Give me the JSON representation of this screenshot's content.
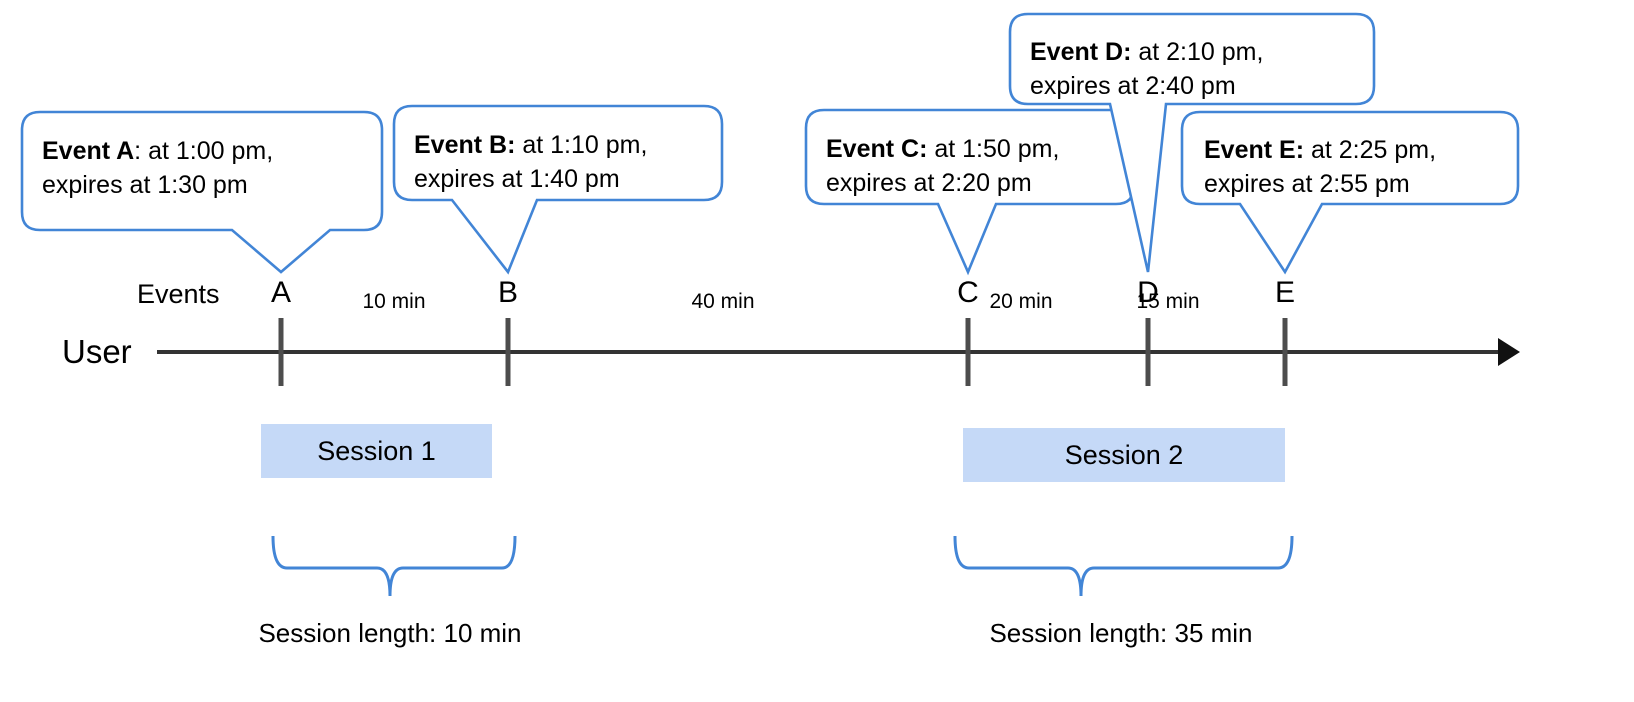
{
  "diagram": {
    "title_row_label": "Events",
    "actor_label": "User",
    "callouts": [
      {
        "id": "A",
        "strong": "Event A",
        "sep": ": ",
        "line1_rest": "at 1:00 pm,",
        "line2": "expires at 1:30 pm",
        "bold_colon": false
      },
      {
        "id": "B",
        "strong": "Event B:",
        "sep": " ",
        "line1_rest": "at 1:10 pm,",
        "line2": "expires at 1:40 pm",
        "bold_colon": true
      },
      {
        "id": "C",
        "strong": "Event C:",
        "sep": " ",
        "line1_rest": "at 1:50 pm,",
        "line2": "expires at 2:20 pm",
        "bold_colon": true
      },
      {
        "id": "D",
        "strong": "Event D:",
        "sep": " ",
        "line1_rest": "at 2:10 pm,",
        "line2": "expires at 2:40 pm",
        "bold_colon": true
      },
      {
        "id": "E",
        "strong": "Event E:",
        "sep": " ",
        "line1_rest": "at 2:25 pm,",
        "line2": "expires at 2:55 pm",
        "bold_colon": true
      }
    ],
    "markers": [
      {
        "letter": "A",
        "time": "1:00 pm"
      },
      {
        "letter": "B",
        "time": "1:10 pm"
      },
      {
        "letter": "C",
        "time": "1:50 pm"
      },
      {
        "letter": "D",
        "time": "2:10 pm"
      },
      {
        "letter": "E",
        "time": "2:25 pm"
      }
    ],
    "gaps": [
      {
        "from": "A",
        "to": "B",
        "label": "10 min"
      },
      {
        "from": "B",
        "to": "C",
        "label": "40 min"
      },
      {
        "from": "C",
        "to": "D",
        "label": "20 min"
      },
      {
        "from": "D",
        "to": "E",
        "label": "15 min"
      }
    ],
    "sessions": [
      {
        "name": "Session 1",
        "length_label": "Session length: 10 min",
        "start_marker": "A",
        "end_marker": "B"
      },
      {
        "name": "Session 2",
        "length_label": "Session length: 35 min",
        "start_marker": "C",
        "end_marker": "E"
      }
    ],
    "colors": {
      "callout_border": "#4285d6",
      "session_fill": "#c5d9f7",
      "axis": "#333333",
      "marker_tick": "#4d4d4d",
      "text": "#000000",
      "background": "#ffffff"
    }
  }
}
